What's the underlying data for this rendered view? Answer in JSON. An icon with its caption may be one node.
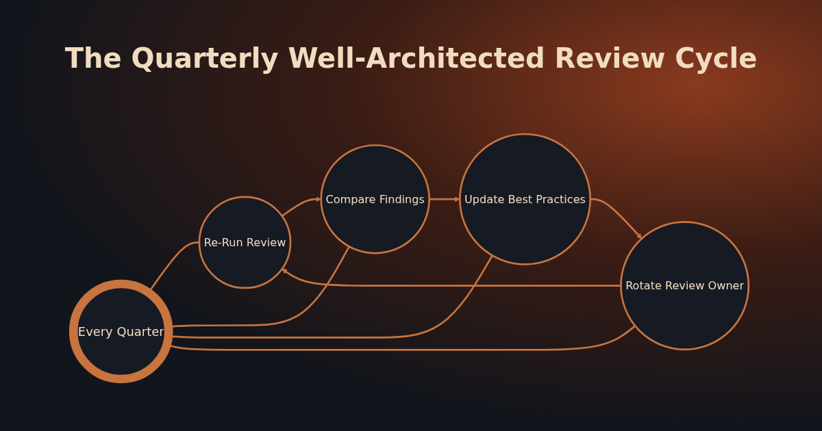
{
  "diagram": {
    "title": "The Quarterly Well-Architected Review Cycle",
    "nodes": [
      {
        "text": [
          "Re-Run Review"
        ]
      },
      {
        "text": [
          "Rotate Review Owner"
        ]
      },
      {
        "text": [
          "Every Quarter"
        ]
      },
      {
        "text": [
          "Compare Findings"
        ]
      },
      {
        "text": [
          "Update Best Practices"
        ]
      }
    ],
    "edges": [
      {
        "from": 0,
        "to": 3,
        "arrow": "to"
      },
      {
        "from": 3,
        "to": 4,
        "arrow": "to"
      },
      {
        "from": 4,
        "to": 1,
        "arrow": "to"
      },
      {
        "from": 1,
        "to": 0,
        "arrow": "to"
      },
      {
        "from": 2,
        "to": 0,
        "arrow": "none"
      },
      {
        "from": 2,
        "to": 3,
        "arrow": "none"
      },
      {
        "from": 2,
        "to": 4,
        "arrow": "none"
      },
      {
        "from": 2,
        "to": 1,
        "arrow": "none"
      }
    ]
  }
}
